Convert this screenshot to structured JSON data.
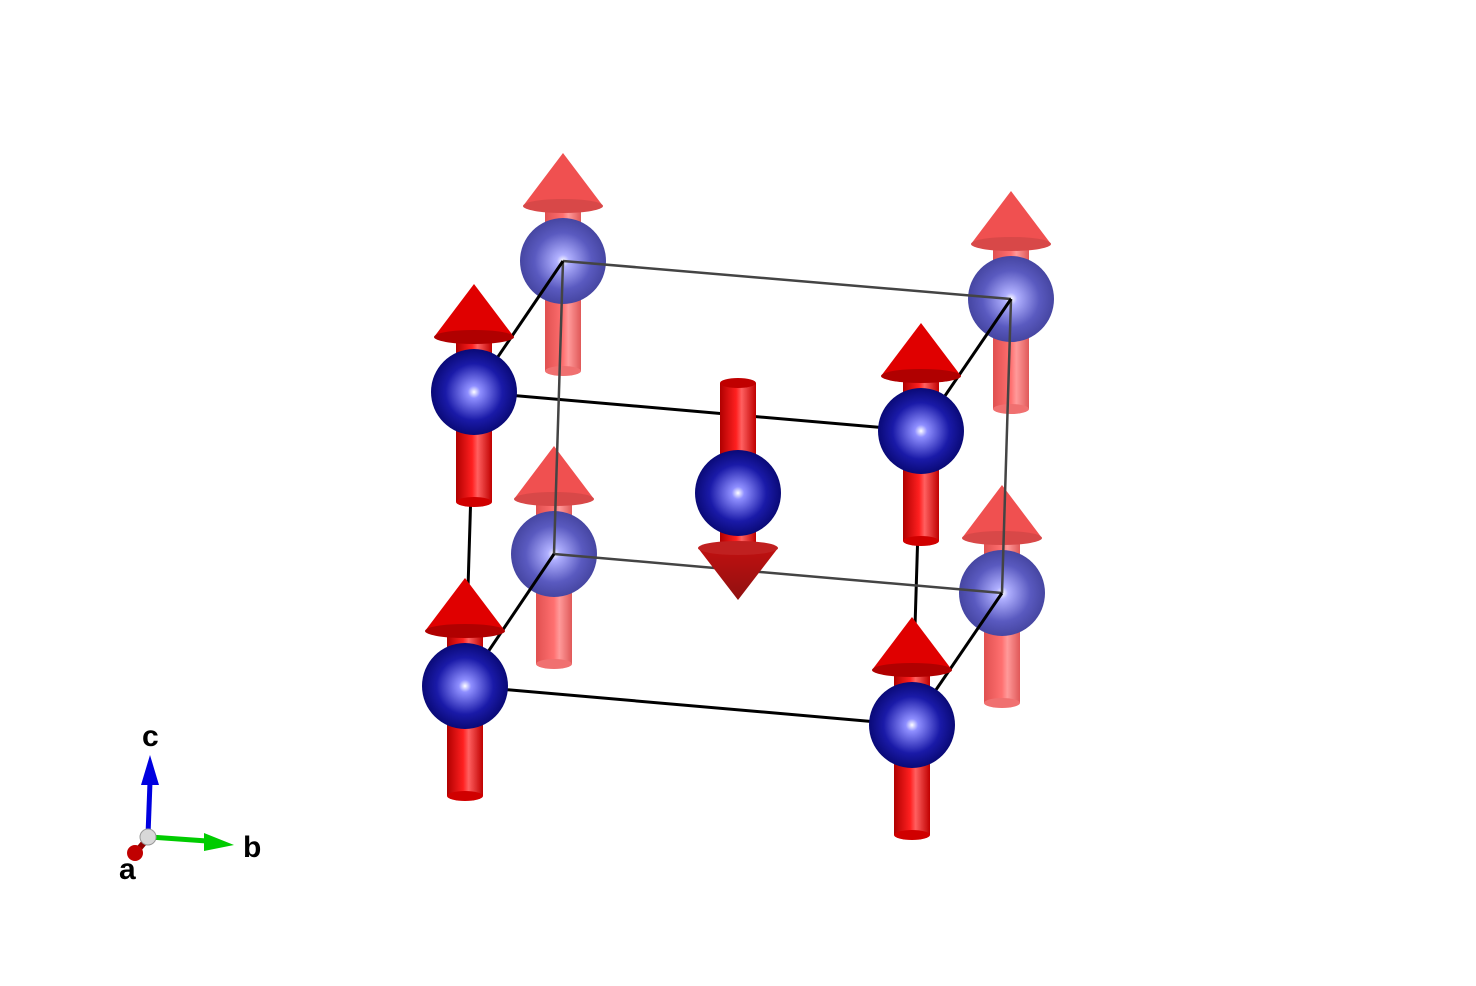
{
  "structure": {
    "atom_color": "#1a1a9c",
    "spin_color": "#e8000b",
    "bond_color": "#000000",
    "atoms": [
      {
        "id": "back-top-left",
        "depth": "back",
        "spin": "up"
      },
      {
        "id": "back-top-right",
        "depth": "back",
        "spin": "up"
      },
      {
        "id": "back-bottom-left",
        "depth": "back",
        "spin": "up"
      },
      {
        "id": "back-bottom-right",
        "depth": "back",
        "spin": "up"
      },
      {
        "id": "front-top-left",
        "depth": "front",
        "spin": "up"
      },
      {
        "id": "front-top-right",
        "depth": "front",
        "spin": "up"
      },
      {
        "id": "front-bottom-left",
        "depth": "front",
        "spin": "up"
      },
      {
        "id": "front-bottom-right",
        "depth": "front",
        "spin": "up"
      },
      {
        "id": "body-center",
        "depth": "center",
        "spin": "down"
      }
    ]
  },
  "axes": {
    "a": {
      "label": "a",
      "color": "#c00000"
    },
    "b": {
      "label": "b",
      "color": "#00cc00"
    },
    "c": {
      "label": "c",
      "color": "#0000e0"
    }
  }
}
